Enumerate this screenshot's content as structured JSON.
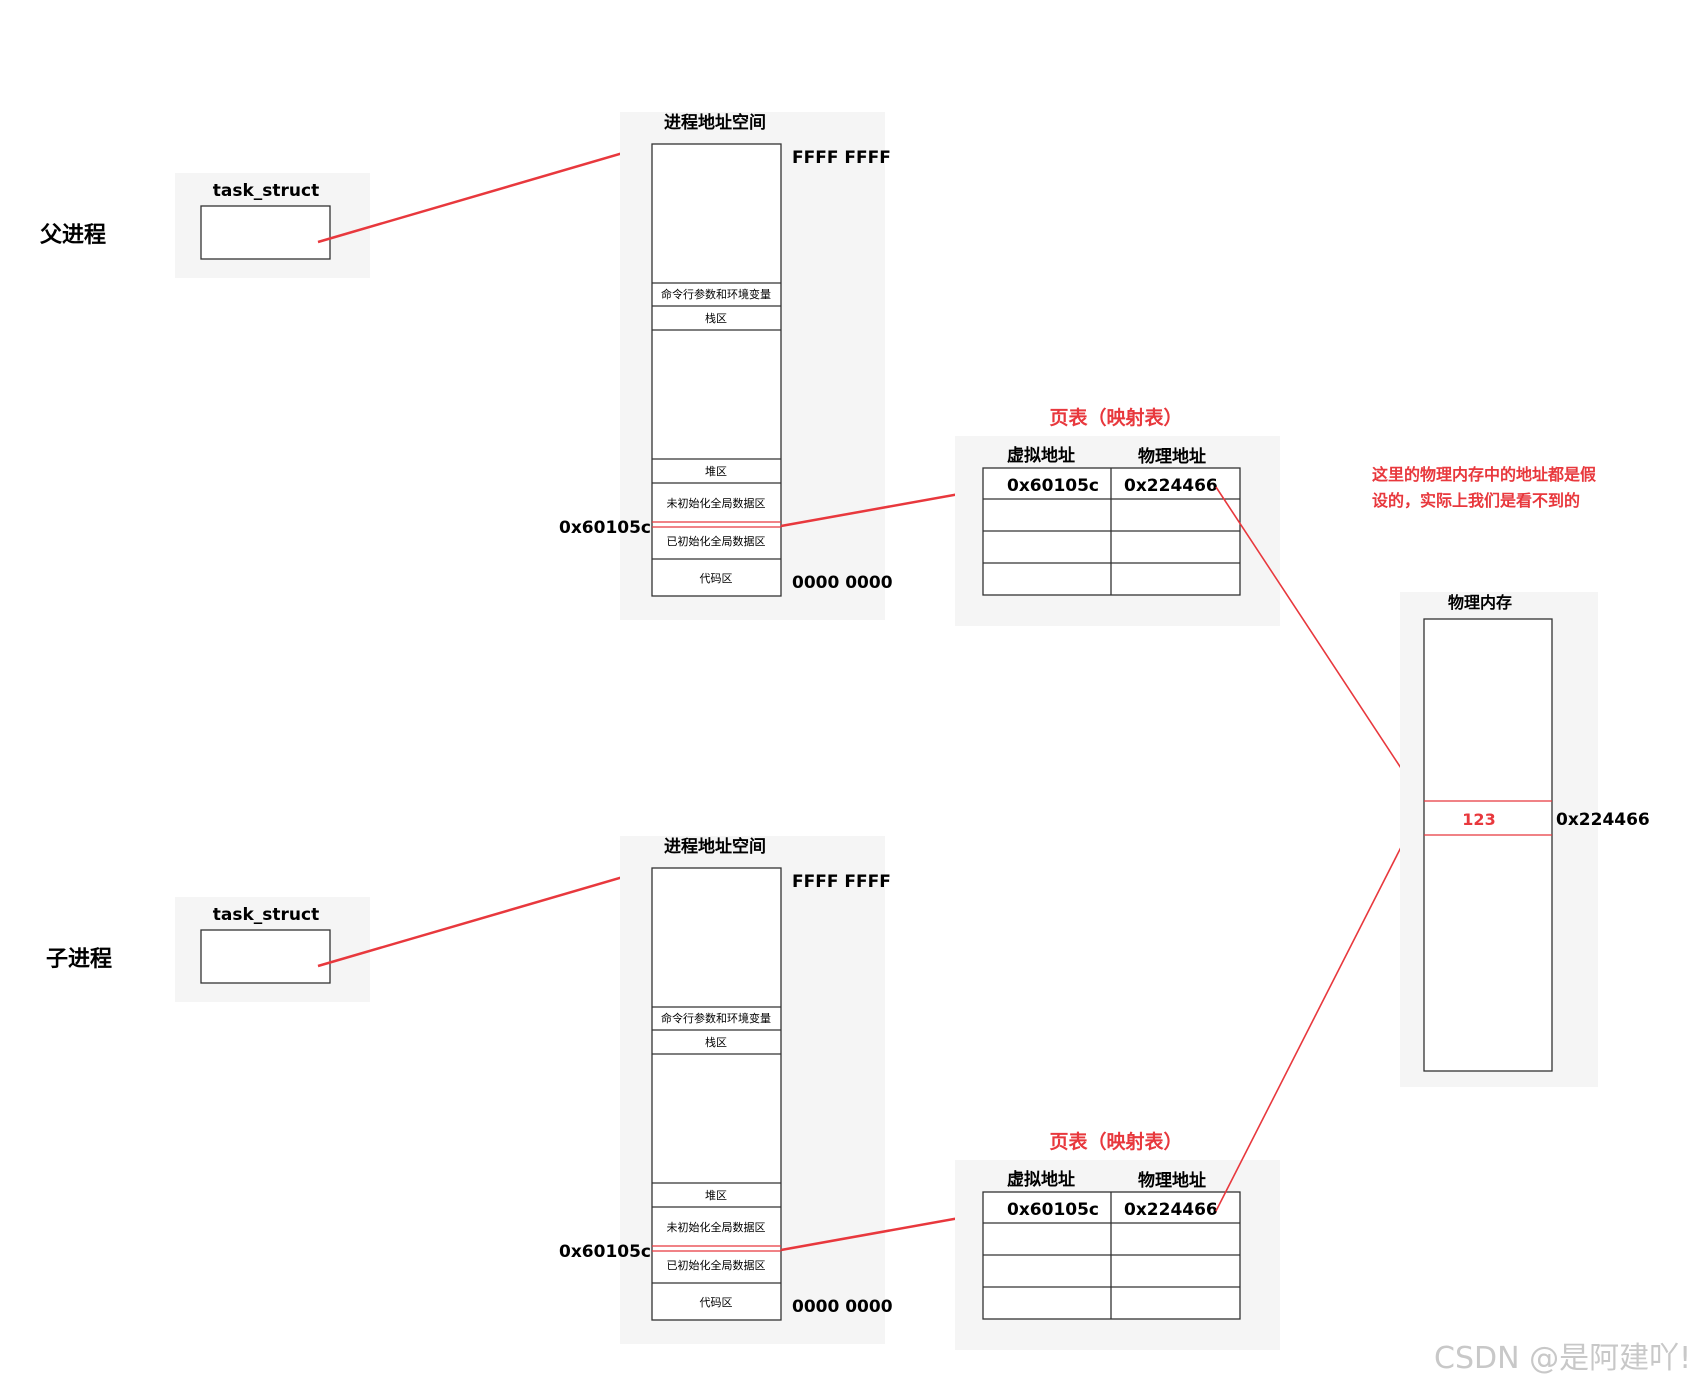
{
  "parent": {
    "label": "父进程",
    "task_struct": "task_struct",
    "address_space": {
      "title": "进程地址空间",
      "top_addr": "FFFF FFFF",
      "bottom_addr": "0000 0000",
      "marker_addr": "0x60105c",
      "segments": {
        "cmdline_env": "命令行参数和环境变量",
        "stack": "栈区",
        "heap": "堆区",
        "bss": "未初始化全局数据区",
        "data": "已初始化全局数据区",
        "code": "代码区"
      }
    },
    "page_table": {
      "title": "页表（映射表）",
      "col_virtual": "虚拟地址",
      "col_physical": "物理地址",
      "row_virtual": "0x60105c",
      "row_physical": "0x224466"
    }
  },
  "child": {
    "label": "子进程",
    "task_struct": "task_struct",
    "address_space": {
      "title": "进程地址空间",
      "top_addr": "FFFF FFFF",
      "bottom_addr": "0000 0000",
      "marker_addr": "0x60105c",
      "segments": {
        "cmdline_env": "命令行参数和环境变量",
        "stack": "栈区",
        "heap": "堆区",
        "bss": "未初始化全局数据区",
        "data": "已初始化全局数据区",
        "code": "代码区"
      }
    },
    "page_table": {
      "title": "页表（映射表）",
      "col_virtual": "虚拟地址",
      "col_physical": "物理地址",
      "row_virtual": "0x60105c",
      "row_physical": "0x224466"
    }
  },
  "physical_memory": {
    "title": "物理内存",
    "cell_value": "123",
    "cell_addr": "0x224466"
  },
  "note": {
    "line1": "这里的物理内存中的地址都是假",
    "line2": "设的，实际上我们是看不到的"
  },
  "watermark": "CSDN @是阿建吖!",
  "colors": {
    "accent_red": "#e8383d",
    "line": "#333333",
    "text": "#000000",
    "watermark": "#c8c8c8"
  }
}
